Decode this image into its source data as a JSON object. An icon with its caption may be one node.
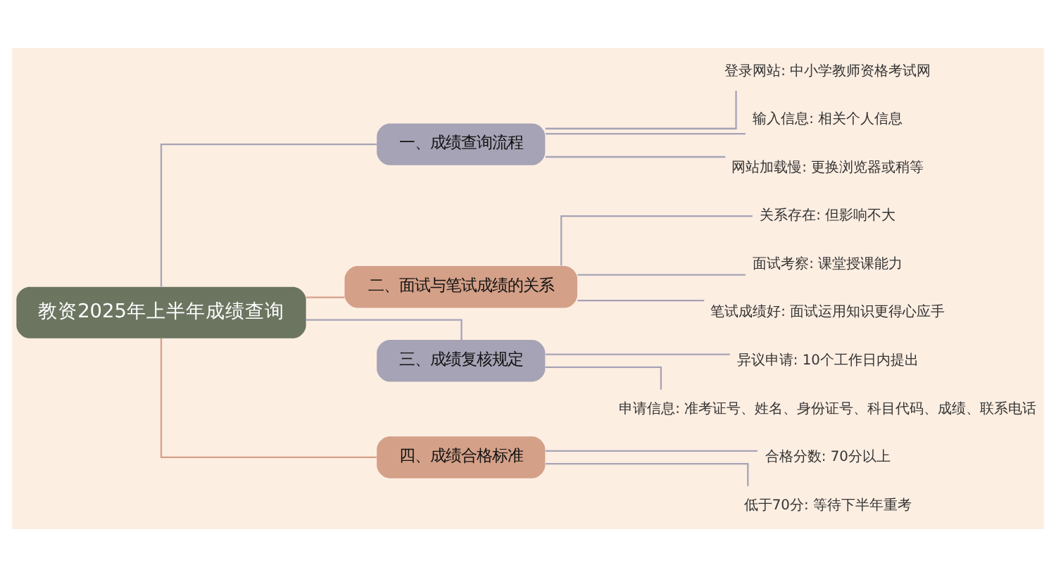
{
  "diagram": {
    "nodes": [
      {
        "text": [
          "教资2025年上半年成绩查询"
        ]
      },
      {
        "text": [
          "一、成绩查询流程"
        ]
      },
      {
        "text": [
          "登录网站: 中小学教师资格考试网"
        ]
      },
      {
        "text": [
          "输入信息: 相关个人信息"
        ]
      },
      {
        "text": [
          "网站加载慢: 更换浏览器或稍等"
        ]
      },
      {
        "text": [
          "二、面试与笔试成绩的关系"
        ]
      },
      {
        "text": [
          "关系存在: 但影响不大"
        ]
      },
      {
        "text": [
          "面试考察: 课堂授课能力"
        ]
      },
      {
        "text": [
          "笔试成绩好: 面试运用知识更得心应手"
        ]
      },
      {
        "text": [
          "三、成绩复核规定"
        ]
      },
      {
        "text": [
          "异议申请: 10个工作日内提出"
        ]
      },
      {
        "text": [
          "申请信息: 准考证号、姓名、身份证号、科目代码、成绩、联系电话"
        ]
      },
      {
        "text": [
          "四、成绩合格标准"
        ]
      },
      {
        "text": [
          "合格分数: 70分以上"
        ]
      },
      {
        "text": [
          "低于70分: 等待下半年重考"
        ]
      }
    ],
    "edges": [
      {
        "from": 0,
        "to": 1,
        "arrow": "none"
      },
      {
        "from": 1,
        "to": 2,
        "arrow": "none"
      },
      {
        "from": 1,
        "to": 3,
        "arrow": "none"
      },
      {
        "from": 1,
        "to": 4,
        "arrow": "none"
      },
      {
        "from": 0,
        "to": 5,
        "arrow": "none",
        "color": "#d4a088"
      },
      {
        "from": 5,
        "to": 6,
        "arrow": "none"
      },
      {
        "from": 5,
        "to": 7,
        "arrow": "none"
      },
      {
        "from": 5,
        "to": 8,
        "arrow": "none"
      },
      {
        "from": 0,
        "to": 9,
        "arrow": "none"
      },
      {
        "from": 9,
        "to": 10,
        "arrow": "none"
      },
      {
        "from": 9,
        "to": 11,
        "arrow": "none"
      },
      {
        "from": 0,
        "to": 12,
        "arrow": "none",
        "color": "#d4a088"
      },
      {
        "from": 12,
        "to": 13,
        "arrow": "none"
      },
      {
        "from": 12,
        "to": 14,
        "arrow": "none"
      }
    ]
  }
}
